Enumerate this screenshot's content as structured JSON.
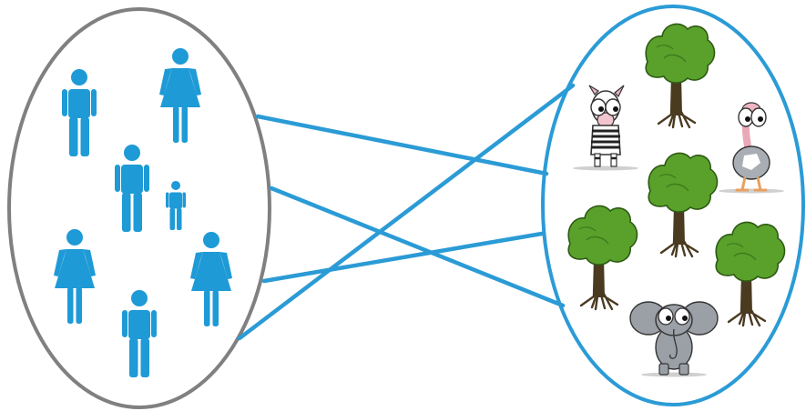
{
  "diagram": {
    "left_set": {
      "members": [
        {
          "kind": "man"
        },
        {
          "kind": "woman"
        },
        {
          "kind": "man"
        },
        {
          "kind": "child"
        },
        {
          "kind": "woman"
        },
        {
          "kind": "woman"
        },
        {
          "kind": "man"
        }
      ]
    },
    "right_set": {
      "members": [
        {
          "kind": "zebra"
        },
        {
          "kind": "tree"
        },
        {
          "kind": "ostrich"
        },
        {
          "kind": "tree"
        },
        {
          "kind": "tree"
        },
        {
          "kind": "tree"
        },
        {
          "kind": "elephant"
        }
      ]
    },
    "connections_count": 4
  },
  "colors": {
    "left_ellipse": "#808080",
    "right_ellipse": "#2b9bd6",
    "person": "#1e9ad6",
    "connector": "#2b9bd6",
    "tree_leaves": "#59a12b",
    "tree_trunk": "#4a3a20",
    "animal_gray": "#9aa0a6"
  }
}
